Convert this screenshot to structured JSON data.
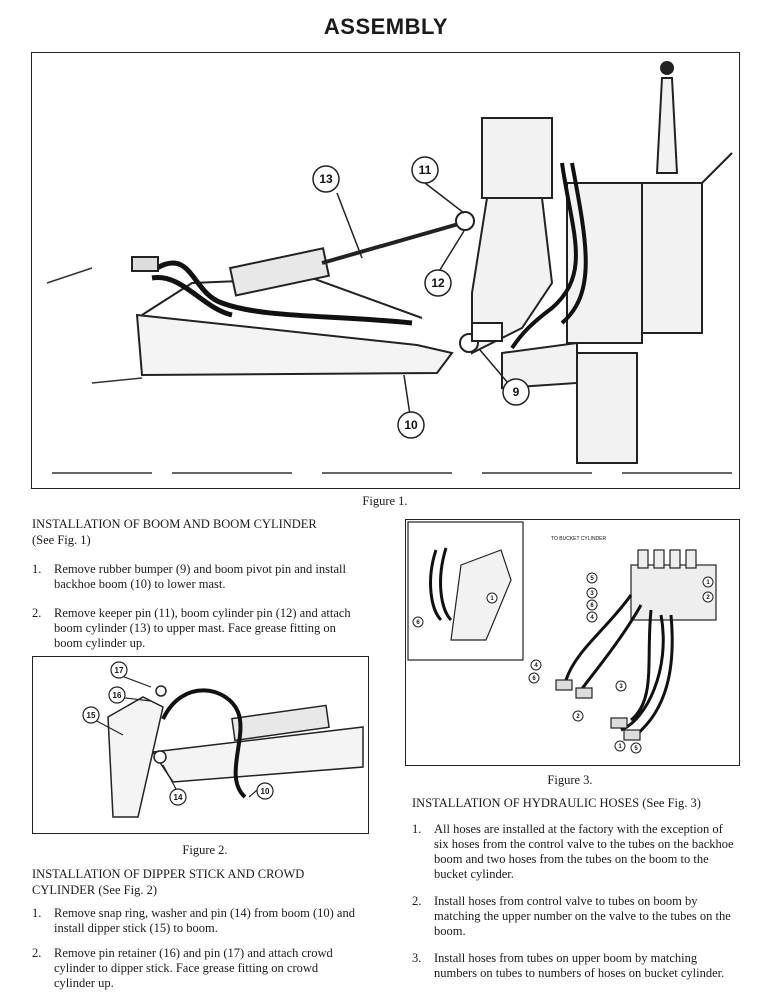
{
  "page": {
    "title": "ASSEMBLY"
  },
  "figure1": {
    "caption": "Figure 1.",
    "callouts": [
      "13",
      "11",
      "12",
      "9",
      "10"
    ]
  },
  "section_boom": {
    "heading_line1": "INSTALLATION OF BOOM AND BOOM CYLINDER",
    "heading_line2": "(See Fig. 1)",
    "steps": [
      {
        "num": "1.",
        "text": "Remove rubber bumper (9) and boom pivot pin and install backhoe boom (10) to lower mast."
      },
      {
        "num": "2.",
        "text": "Remove keeper pin (11), boom cylinder pin (12) and attach boom cylinder (13) to upper mast. Face grease fitting on boom cylinder up."
      }
    ]
  },
  "figure2": {
    "caption": "Figure 2.",
    "callouts": [
      "17",
      "16",
      "15",
      "14",
      "10"
    ]
  },
  "section_dipper": {
    "heading_line1": "INSTALLATION OF DIPPER STICK AND CROWD",
    "heading_line2": "CYLINDER (See Fig. 2)",
    "steps": [
      {
        "num": "1.",
        "text": "Remove snap ring, washer and pin (14) from boom (10) and install dipper stick (15) to boom."
      },
      {
        "num": "2.",
        "text": "Remove pin retainer (16) and pin (17) and attach crowd cylinder to dipper stick. Face grease fitting on crowd cylinder up."
      }
    ]
  },
  "figure3": {
    "caption": "Figure 3.",
    "inset_label": "TO BUCKET CYLINDER",
    "callouts": [
      "5",
      "3",
      "6",
      "4",
      "1",
      "2",
      "4",
      "6",
      "2",
      "3",
      "1",
      "5",
      "6",
      "1"
    ]
  },
  "section_hoses": {
    "heading": "INSTALLATION OF HYDRAULIC HOSES (See Fig. 3)",
    "steps": [
      {
        "num": "1.",
        "text": "All hoses are installed at the factory with the exception of six hoses from the control valve to the tubes on the backhoe boom and two hoses from the tubes on the boom to the bucket cylinder."
      },
      {
        "num": "2.",
        "text": "Install hoses from control valve to tubes on boom by matching the upper number on the valve to the tubes on the boom."
      },
      {
        "num": "3.",
        "text": "Install hoses from tubes on upper boom by matching numbers on tubes to numbers of hoses on bucket cylinder."
      }
    ]
  }
}
